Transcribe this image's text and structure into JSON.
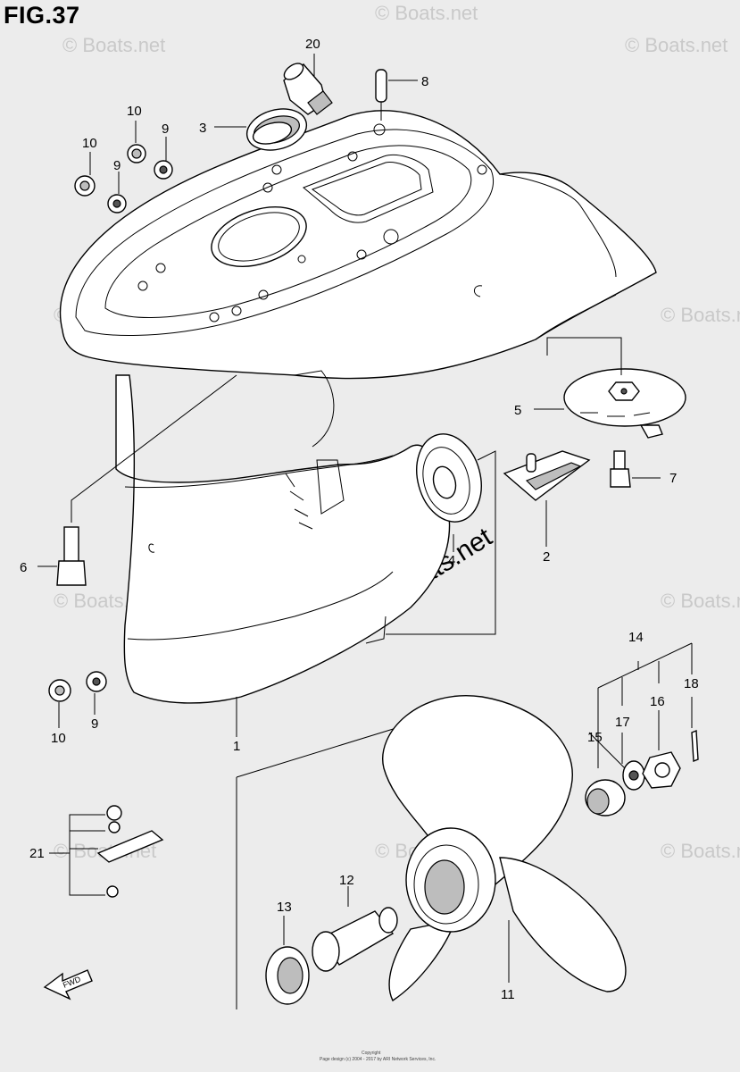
{
  "title": "FIG.37",
  "watermark": "© Boats.net",
  "fwd_label": "FWD",
  "footer": {
    "line1": "Copyright",
    "line2": "Page design (c) 2004 - 2017 by ARI Network Services, Inc."
  },
  "callouts": [
    {
      "id": "c20",
      "text": "20"
    },
    {
      "id": "c8",
      "text": "8"
    },
    {
      "id": "c3",
      "text": "3"
    },
    {
      "id": "c10a",
      "text": "10"
    },
    {
      "id": "c10b",
      "text": "10"
    },
    {
      "id": "c9a",
      "text": "9"
    },
    {
      "id": "c9b",
      "text": "9"
    },
    {
      "id": "c5",
      "text": "5"
    },
    {
      "id": "c7",
      "text": "7"
    },
    {
      "id": "c4",
      "text": "4"
    },
    {
      "id": "c2",
      "text": "2"
    },
    {
      "id": "c6",
      "text": "6"
    },
    {
      "id": "c9c",
      "text": "9"
    },
    {
      "id": "c10c",
      "text": "10"
    },
    {
      "id": "c1",
      "text": "1"
    },
    {
      "id": "c14",
      "text": "14"
    },
    {
      "id": "c18",
      "text": "18"
    },
    {
      "id": "c16",
      "text": "16"
    },
    {
      "id": "c17",
      "text": "17"
    },
    {
      "id": "c15",
      "text": "15"
    },
    {
      "id": "c21",
      "text": "21"
    },
    {
      "id": "c12",
      "text": "12"
    },
    {
      "id": "c13",
      "text": "13"
    },
    {
      "id": "c11",
      "text": "11"
    }
  ]
}
